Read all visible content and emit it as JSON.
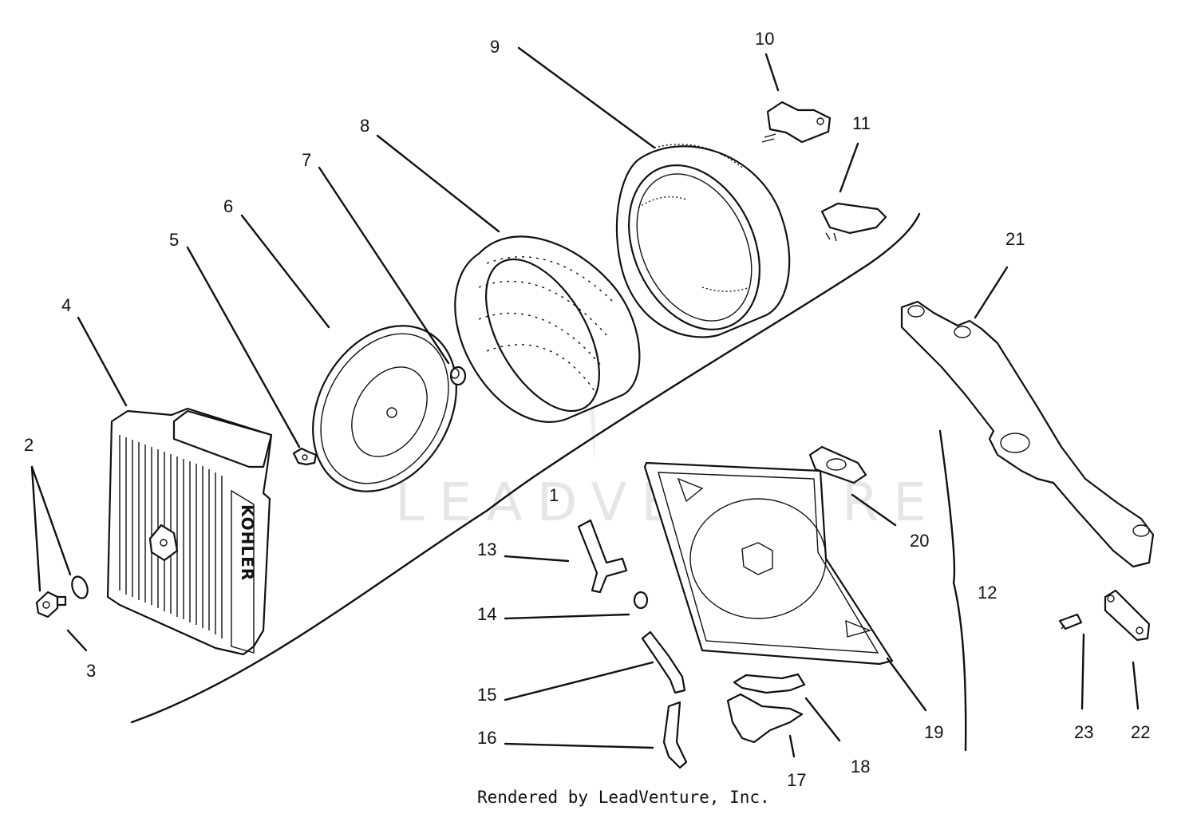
{
  "diagram": {
    "watermark": "LEADVENTURE",
    "footer": "Rendered by LeadVenture, Inc.",
    "housing_brand": "KOHLER",
    "callouts": [
      "1",
      "2",
      "3",
      "4",
      "5",
      "6",
      "7",
      "8",
      "9",
      "10",
      "11",
      "12",
      "13",
      "14",
      "15",
      "16",
      "17",
      "18",
      "19",
      "20",
      "21",
      "22",
      "23"
    ]
  }
}
